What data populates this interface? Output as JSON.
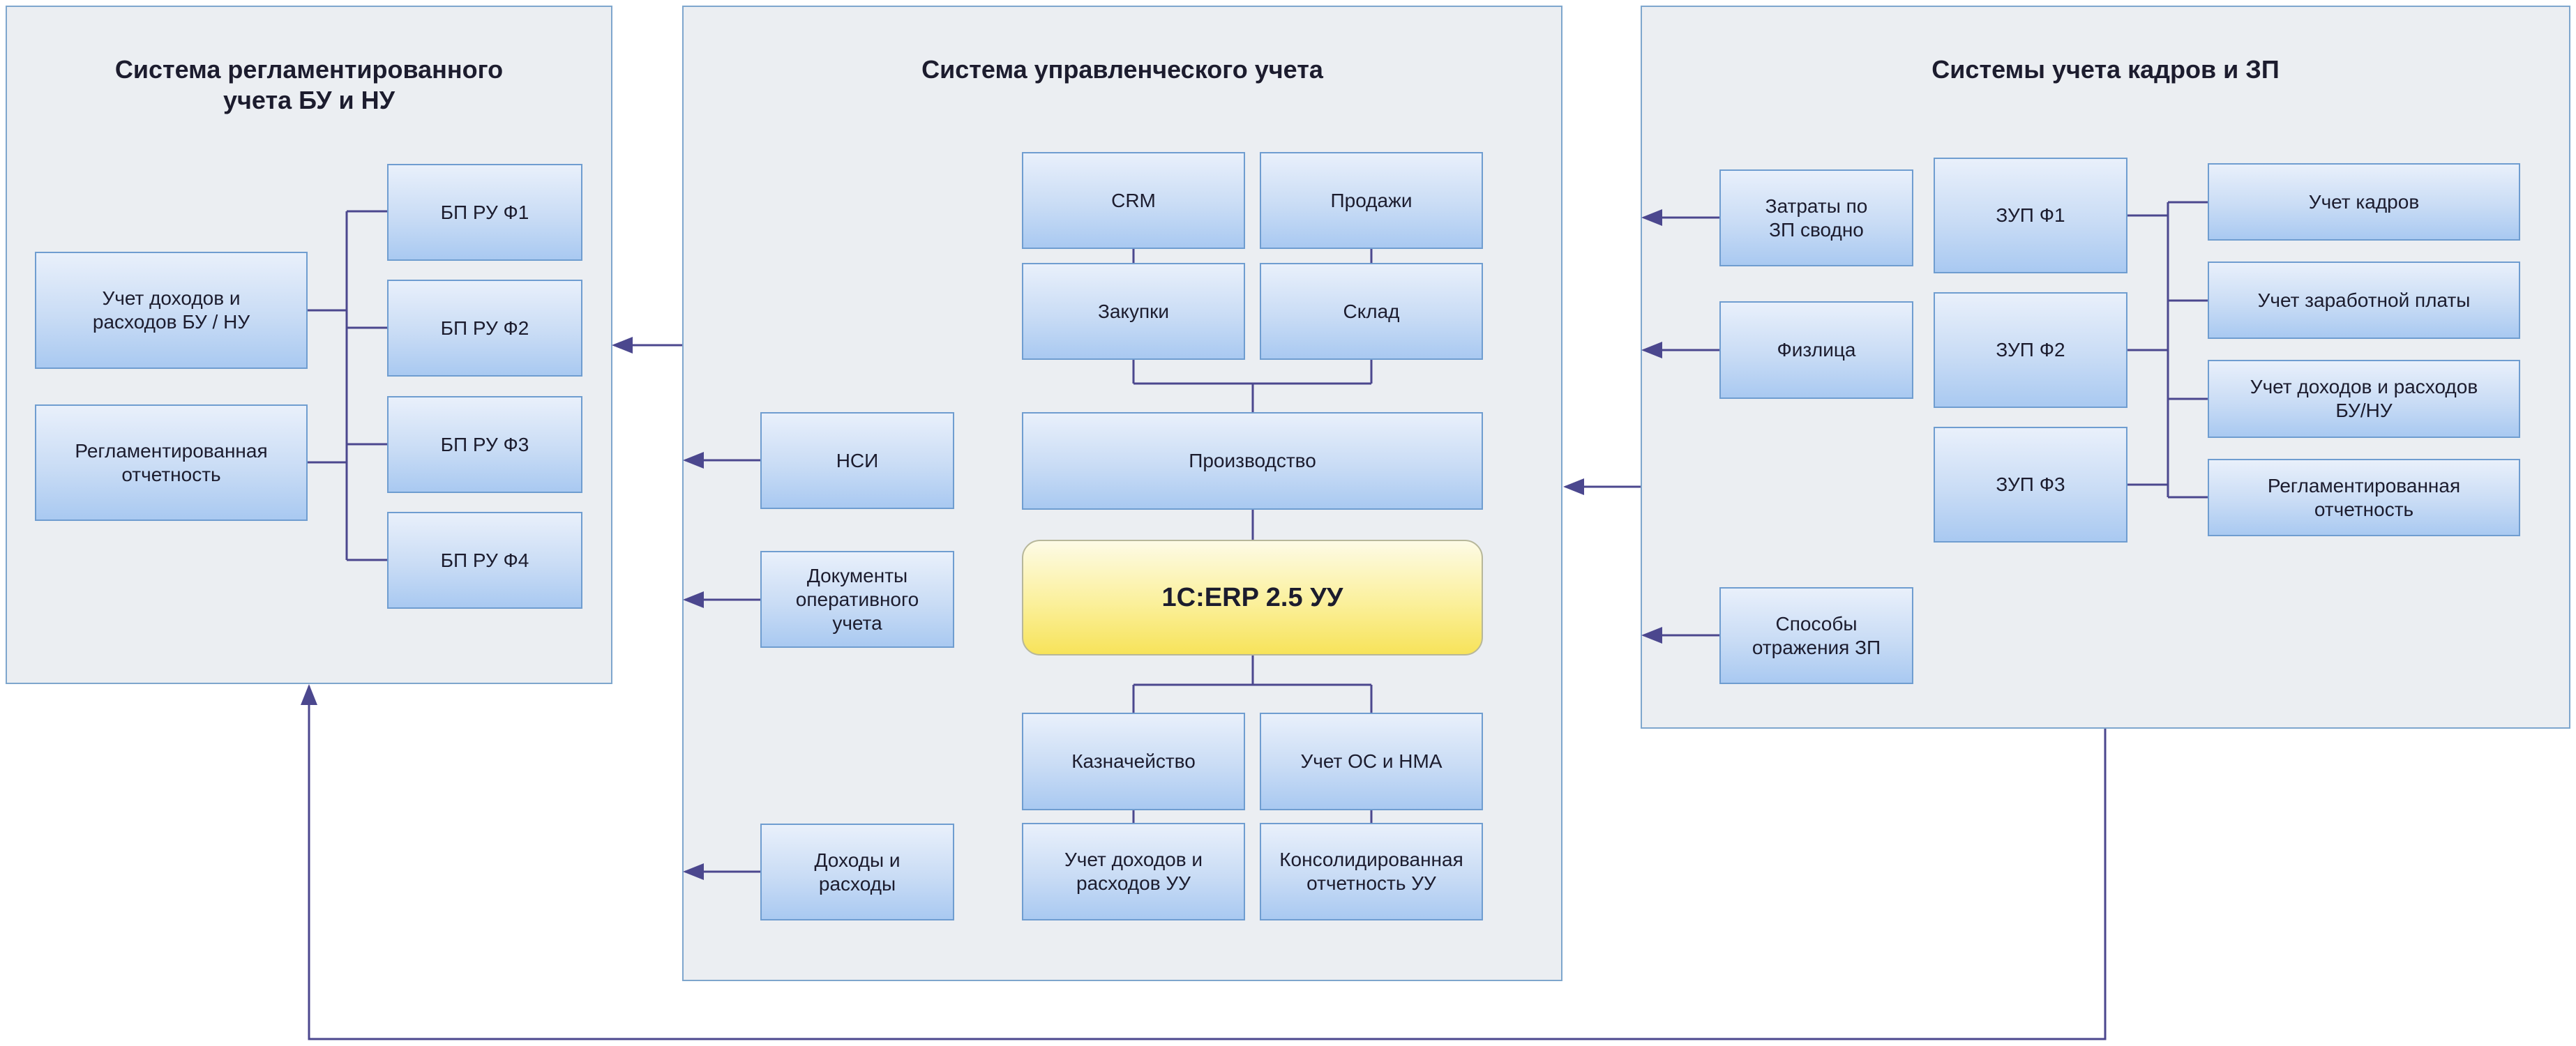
{
  "panels": {
    "reg": {
      "title": "Система регламентированного\nучета БУ и НУ"
    },
    "mgmt": {
      "title": "Система управленческого учета"
    },
    "hr": {
      "title": "Системы учета кадров и ЗП"
    }
  },
  "reg_boxes": {
    "income": "Учет доходов и\nрасходов БУ / НУ",
    "reporting": "Регламентированная\nотчетность",
    "bp1": "БП РУ Ф1",
    "bp2": "БП РУ Ф2",
    "bp3": "БП РУ Ф3",
    "bp4": "БП РУ Ф4"
  },
  "mgmt_boxes": {
    "crm": "CRM",
    "sales": "Продажи",
    "purchases": "Закупки",
    "warehouse": "Склад",
    "production": "Производство",
    "core": "1С:ERP 2.5 УУ",
    "treasury": "Казначейство",
    "fixed_assets": "Учет ОС и НМА",
    "income_mgmt": "Учет доходов и\nрасходов УУ",
    "consolidated": "Консолидированная\nотчетность УУ",
    "nsi": "НСИ",
    "docs": "Документы\nоперативного\nучета",
    "revenue": "Доходы и\nрасходы"
  },
  "hr_boxes": {
    "costs": "Затраты по\nЗП сводно",
    "persons": "Физлица",
    "methods": "Способы\nотражения ЗП",
    "zup1": "ЗУП Ф1",
    "zup2": "ЗУП Ф2",
    "zup3": "ЗУП Ф3",
    "personnel": "Учет кадров",
    "salary": "Учет заработной платы",
    "income": "Учет доходов и расходов\nБУ/НУ",
    "reporting": "Регламентированная\nотчетность"
  },
  "colors": {
    "line": "#4b478e",
    "panel_border": "#7ea6cd",
    "box_border": "#6f9dd0",
    "core_fill": "#f7e35a"
  }
}
